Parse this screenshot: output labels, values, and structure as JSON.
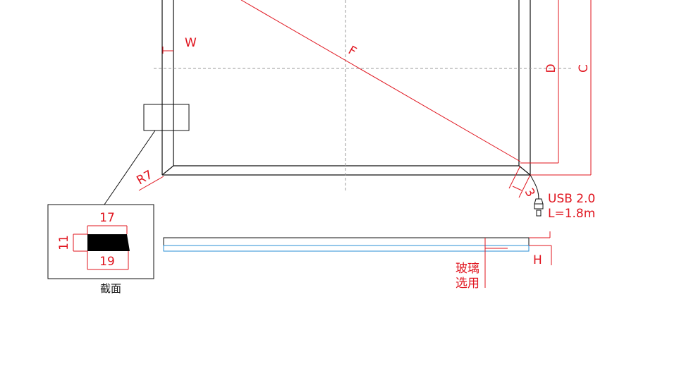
{
  "colors": {
    "outline": "#111111",
    "dimension": "#e0141e",
    "centerline": "#9a9a9a",
    "glass": "#2a8fd6"
  },
  "labels": {
    "w": "W",
    "f": "F",
    "d": "D",
    "c": "C",
    "r7": "R7",
    "three": "3",
    "usb": "USB 2.0",
    "length": "L=1.8m",
    "h": "H",
    "glass_line1": "玻璃",
    "glass_line2": "选用"
  },
  "section": {
    "top_width": "17",
    "height": "11",
    "bottom_width": "19",
    "caption": "截面"
  }
}
